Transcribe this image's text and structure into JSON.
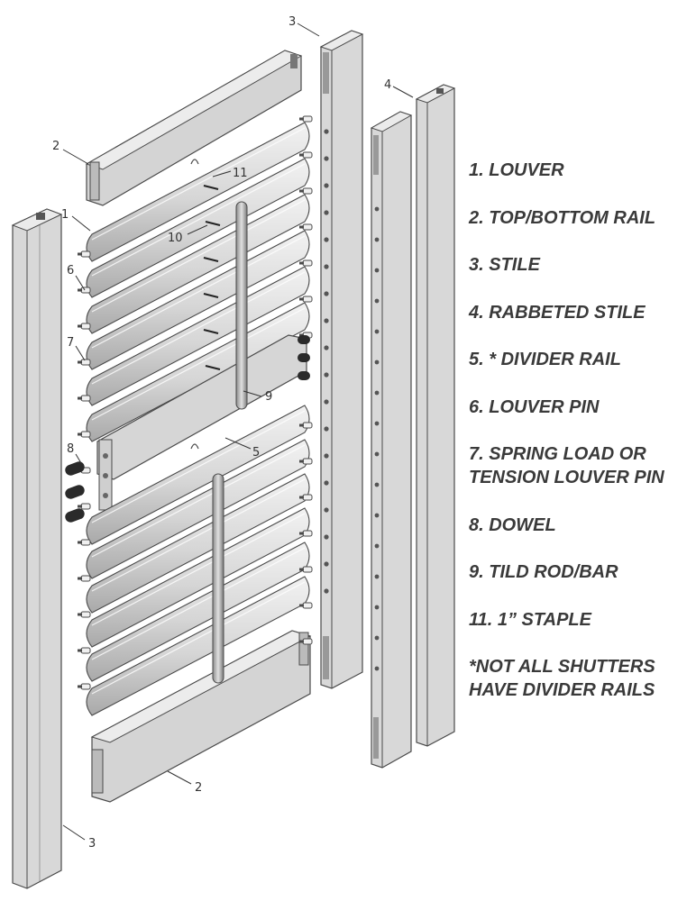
{
  "callouts": {
    "c1": "1",
    "c2_top": "2",
    "c2_bottom": "2",
    "c3_top": "3",
    "c3_bottom": "3",
    "c4": "4",
    "c5": "5",
    "c6": "6",
    "c7": "7",
    "c8": "8",
    "c9": "9",
    "c10": "10",
    "c11": "11"
  },
  "legend": {
    "items": [
      "1. LOUVER",
      "2. TOP/BOTTOM RAIL",
      "3. STILE",
      "4. RABBETED STILE",
      "5. * DIVIDER RAIL",
      "6. LOUVER PIN",
      "7. SPRING LOAD OR TENSION LOUVER PIN",
      "8. DOWEL",
      "9. TILD ROD/BAR",
      "11. 1”  STAPLE"
    ],
    "note": "*NOT ALL SHUTTERS HAVE DIVIDER RAILS"
  },
  "colors": {
    "part_fill": "#dcdcdc",
    "part_shade": "#bdbdbd",
    "outline": "#4a4a4a",
    "dowel": "#2a2a2a"
  }
}
